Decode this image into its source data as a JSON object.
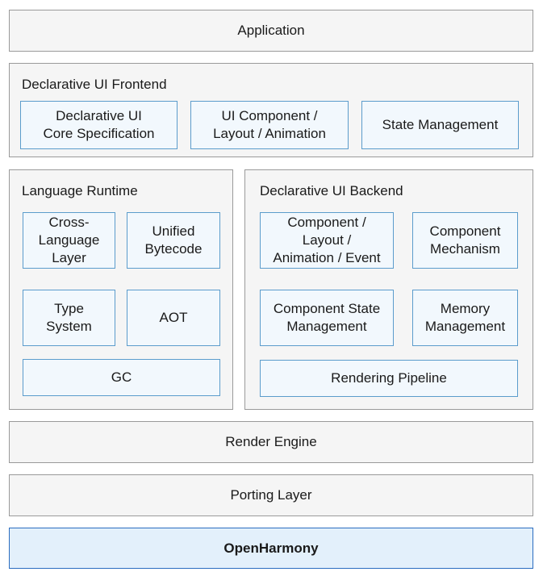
{
  "layers": {
    "application": "Application",
    "render_engine": "Render Engine",
    "porting_layer": "Porting Layer",
    "openharmony": "OpenHarmony"
  },
  "frontend": {
    "title": "Declarative UI Frontend",
    "items": [
      "Declarative UI\nCore Specification",
      "UI Component /\nLayout / Animation",
      "State Management"
    ]
  },
  "runtime": {
    "title": "Language Runtime",
    "items": [
      "Cross-\nLanguage\nLayer",
      "Unified\nBytecode",
      "Type\nSystem",
      "AOT",
      "GC"
    ]
  },
  "backend": {
    "title": "Declarative UI Backend",
    "items": [
      "Component /\nLayout /\nAnimation / Event",
      "Component\nMechanism",
      "Component State\nManagement",
      "Memory\nManagement",
      "Rendering Pipeline"
    ]
  }
}
